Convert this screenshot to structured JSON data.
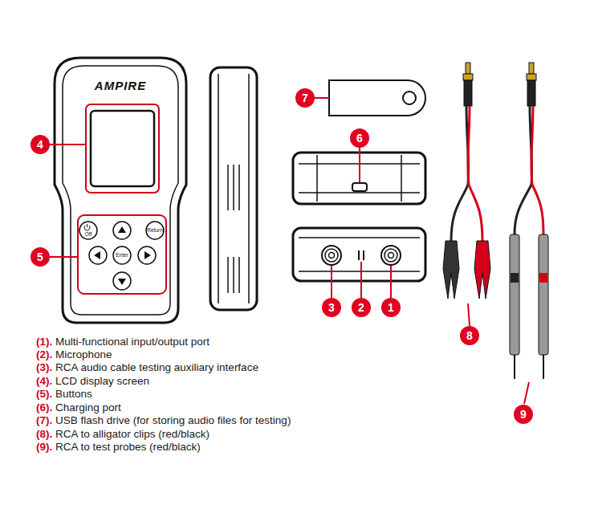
{
  "diagram": {
    "labels": [
      "AMPIRE",
      "Off",
      "Return",
      "Enter",
      "4",
      "5",
      "7",
      "6",
      "3",
      "2",
      "1",
      "8",
      "9",
      "(1). Multi-functional input/output port",
      "(2). Microphone",
      "(3). RCA audio cable testing auxiliary interface",
      "(4). LCD display screen",
      "(5). Buttons",
      "(6). Charging port",
      "(7). USB flash drive (for storing audio files for testing)",
      "(8). RCA to alligator clips (red/black)",
      "(9). RCA to test probes (red/black)"
    ]
  }
}
